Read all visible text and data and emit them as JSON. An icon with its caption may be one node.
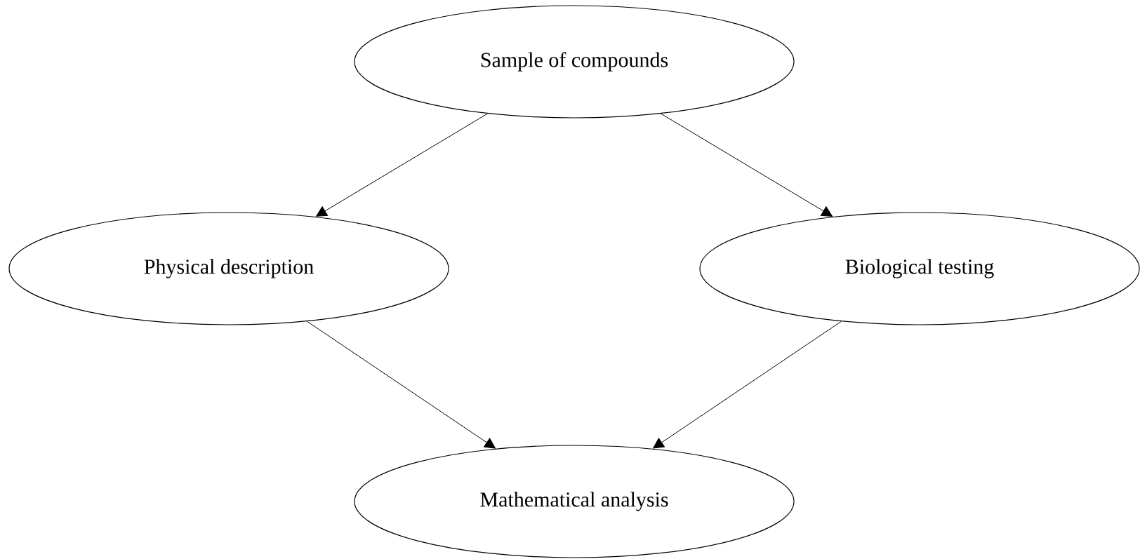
{
  "diagram": {
    "nodes": [
      {
        "text": [
          "Sample of compounds"
        ]
      },
      {
        "text": [
          "Physical description"
        ]
      },
      {
        "text": [
          "Biological testing"
        ]
      },
      {
        "text": [
          "Mathematical analysis"
        ]
      }
    ],
    "edges": [
      {
        "from": 0,
        "to": 1,
        "arrow": "to"
      },
      {
        "from": 0,
        "to": 2,
        "arrow": "to"
      },
      {
        "from": 1,
        "to": 3,
        "arrow": "to"
      },
      {
        "from": 2,
        "to": 3,
        "arrow": "to"
      }
    ]
  }
}
